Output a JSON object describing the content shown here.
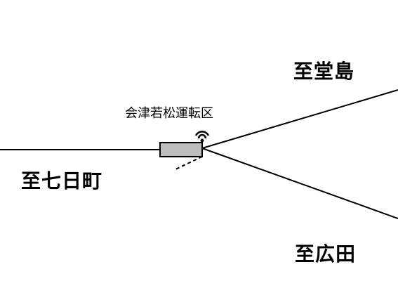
{
  "labels": {
    "depot": "会津若松運転区",
    "to_nanokamachi": "至七日町",
    "to_dojima": "至堂島",
    "to_hirota": "至広田"
  },
  "colors": {
    "line": "#000000",
    "platform_fill": "#bdbdbd",
    "background": "#ffffff"
  },
  "icons": {
    "signal": "signal-icon"
  }
}
